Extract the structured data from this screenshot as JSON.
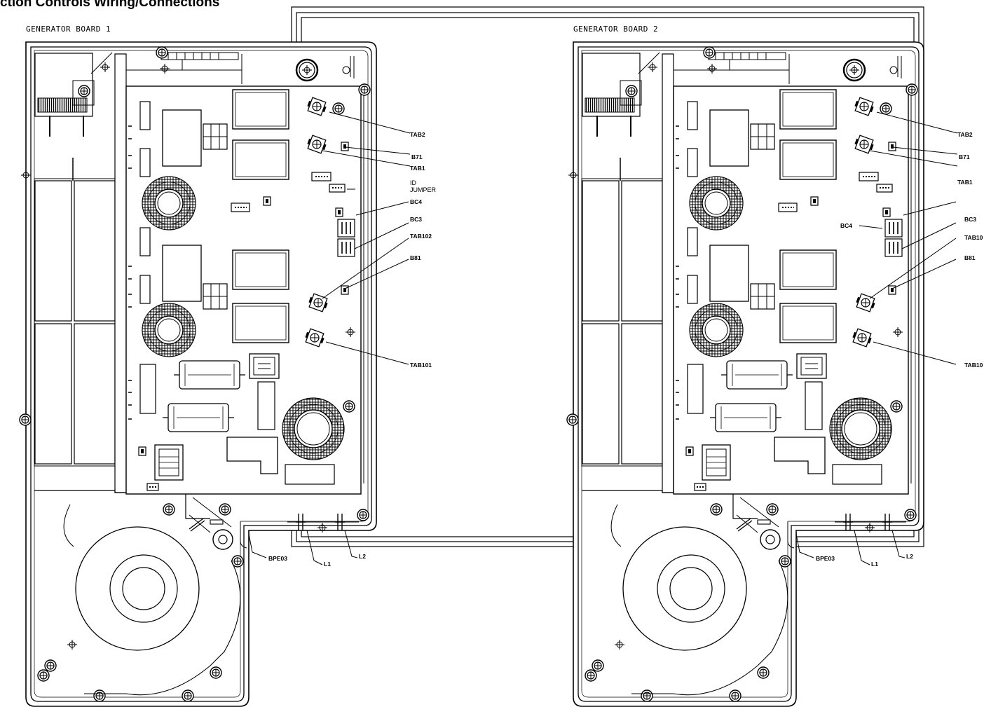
{
  "page": {
    "title": "ction Controls Wiring/Connections"
  },
  "boards": [
    {
      "title": "GENERATOR BOARD 1",
      "labels": {
        "tab2": "TAB2",
        "b71": "B71",
        "tab1": "TAB1",
        "id1": "ID",
        "id2": "JUMPER",
        "bc4": "BC4",
        "bc3": "BC3",
        "tab102": "TAB102",
        "b81": "B81",
        "tab101": "TAB101",
        "bpe03": "BPE03",
        "l1": "L1",
        "l2": "L2"
      }
    },
    {
      "title": "GENERATOR BOARD 2",
      "labels": {
        "tab2": "TAB2",
        "b71": "B71",
        "tab1": "TAB1",
        "bc4": "BC4",
        "bc3": "BC3",
        "tab102": "TAB10",
        "b81": "B81",
        "tab101": "TAB10",
        "bpe03": "BPE03",
        "l1": "L1",
        "l2": "L2"
      }
    }
  ],
  "colors": {
    "line": "#000000",
    "background": "#ffffff"
  }
}
